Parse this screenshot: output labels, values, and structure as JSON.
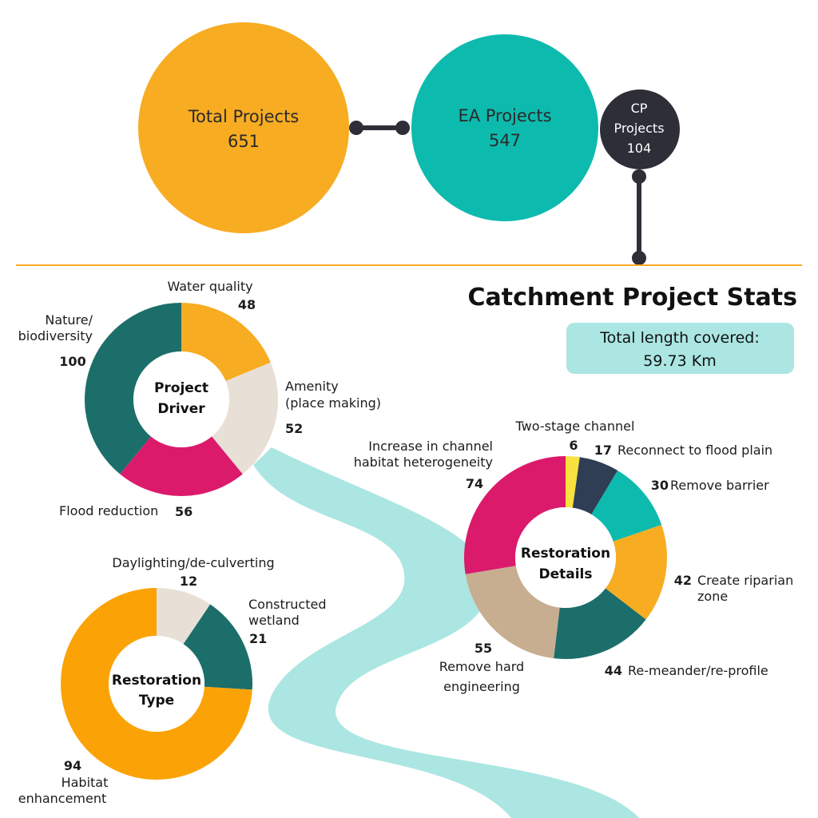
{
  "summary": {
    "total": {
      "label": "Total Projects",
      "value": "651",
      "color": "#F7AC22"
    },
    "ea": {
      "label": "EA Projects",
      "value": "547",
      "color": "#0DBAAE"
    },
    "cp": {
      "label_line1": "CP",
      "label_line2": "Projects",
      "value": "104",
      "color": "#2D2E38"
    }
  },
  "header": {
    "title": "Catchment Project Stats",
    "length_label": "Total length covered:",
    "length_value": "59.73 Km"
  },
  "colors": {
    "divider": "#F7AC22",
    "river": "#ABE6E2",
    "length_box": "#ABE6E2"
  },
  "chart_data": [
    {
      "type": "pie",
      "title": "Project Driver",
      "title_lines": [
        "Project",
        "Driver"
      ],
      "slices": [
        {
          "label_lines": [
            "Water quality"
          ],
          "value": 48,
          "color": "#F7AC22"
        },
        {
          "label_lines": [
            "Amenity",
            "(place making)"
          ],
          "value": 52,
          "color": "#E8DFD6"
        },
        {
          "label_lines": [
            "Flood reduction"
          ],
          "value": 56,
          "color": "#DC1A6C"
        },
        {
          "label_lines": [
            "Nature/",
            "biodiversity"
          ],
          "value": 100,
          "color": "#1C6E6B"
        }
      ]
    },
    {
      "type": "pie",
      "title": "Restoration Type",
      "title_lines": [
        "Restoration",
        "Type"
      ],
      "slices": [
        {
          "label_lines": [
            "Daylighting/de-culverting"
          ],
          "value": 12,
          "color": "#E8DFD6"
        },
        {
          "label_lines": [
            "Constructed",
            "wetland"
          ],
          "value": 21,
          "color": "#1C6E6B"
        },
        {
          "label_lines": [
            "Habitat",
            "enhancement"
          ],
          "value": 94,
          "color": "#FBA306"
        }
      ]
    },
    {
      "type": "pie",
      "title": "Restoration Details",
      "title_lines": [
        "Restoration",
        "Details"
      ],
      "slices": [
        {
          "label_lines": [
            "Two-stage channel"
          ],
          "value": 6,
          "color": "#F9E23D"
        },
        {
          "label_lines": [
            "Reconnect to flood plain"
          ],
          "value": 17,
          "color": "#2F3D55"
        },
        {
          "label_lines": [
            "Remove barrier"
          ],
          "value": 30,
          "color": "#0DBAAE"
        },
        {
          "label_lines": [
            "Create riparian",
            "zone"
          ],
          "value": 42,
          "color": "#F7AC22"
        },
        {
          "label_lines": [
            "Re-meander/re-profile"
          ],
          "value": 44,
          "color": "#1C6E6B"
        },
        {
          "label_lines": [
            "Remove hard",
            "engineering"
          ],
          "value": 55,
          "color": "#C8AE91"
        },
        {
          "label_lines": [
            "Increase in channel",
            "habitat heterogeneity"
          ],
          "value": 74,
          "color": "#DC1A6C"
        }
      ]
    }
  ]
}
